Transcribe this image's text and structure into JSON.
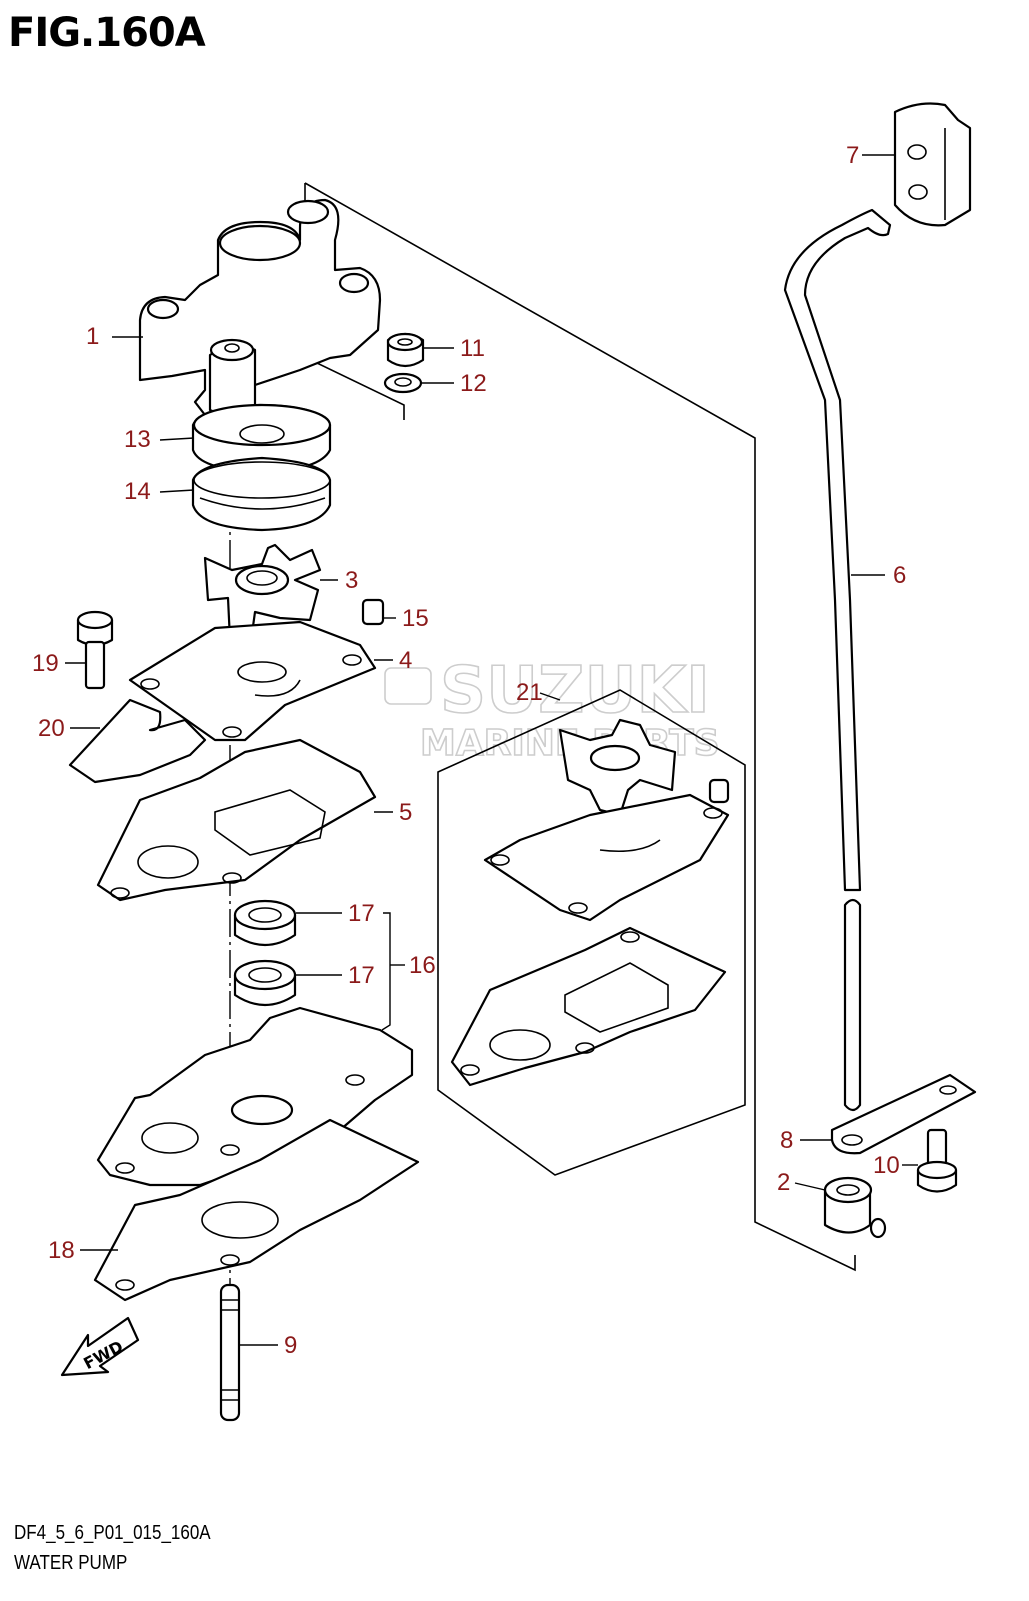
{
  "figure": {
    "title": "FIG.160A",
    "code": "DF4_5_6_P01_015_160A",
    "name": "WATER PUMP"
  },
  "callouts": {
    "c1": "1",
    "c2": "2",
    "c3": "3",
    "c4": "4",
    "c5": "5",
    "c6": "6",
    "c7": "7",
    "c8": "8",
    "c9": "9",
    "c10": "10",
    "c11": "11",
    "c12": "12",
    "c13": "13",
    "c14": "14",
    "c15": "15",
    "c16": "16",
    "c17a": "17",
    "c17b": "17",
    "c18": "18",
    "c19": "19",
    "c20": "20",
    "c21": "21"
  },
  "watermark": {
    "brand": "SUZUKI",
    "sub": "MARINE PARTS"
  },
  "fwd_arrow": {
    "label": "FWD"
  }
}
